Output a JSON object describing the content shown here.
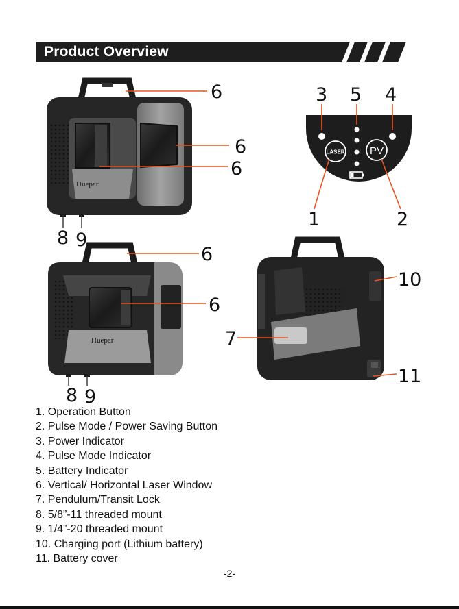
{
  "header": {
    "title": "Product Overview"
  },
  "panel": {
    "laser_button_label": "LASER",
    "pulse_button_label": "PV"
  },
  "devices": {
    "front_brand": "Huepar",
    "back_brand": "Huepar"
  },
  "callouts": [
    "6",
    "6",
    "6",
    "8",
    "9",
    "3",
    "5",
    "4",
    "1",
    "2",
    "6",
    "6",
    "7",
    "8",
    "9",
    "10",
    "11"
  ],
  "legend": [
    "1. Operation Button",
    "2. Pulse Mode / Power Saving Button",
    "3. Power Indicator",
    "4. Pulse Mode Indicator",
    "5. Battery Indicator",
    "6. Vertical/ Horizontal Laser Window",
    "7. Pendulum/Transit Lock",
    "8. 5/8”-11 threaded mount",
    "9. 1/4”-20 threaded mount",
    "10. Charging port (Lithium battery)",
    "11. Battery cover"
  ],
  "footer": {
    "page_number": "-2-"
  },
  "colors": {
    "leader_line": "#e8531f",
    "banner": "#1e1e1e",
    "device_body": "#2a2a2a",
    "device_gray": "#8c8c8c"
  }
}
